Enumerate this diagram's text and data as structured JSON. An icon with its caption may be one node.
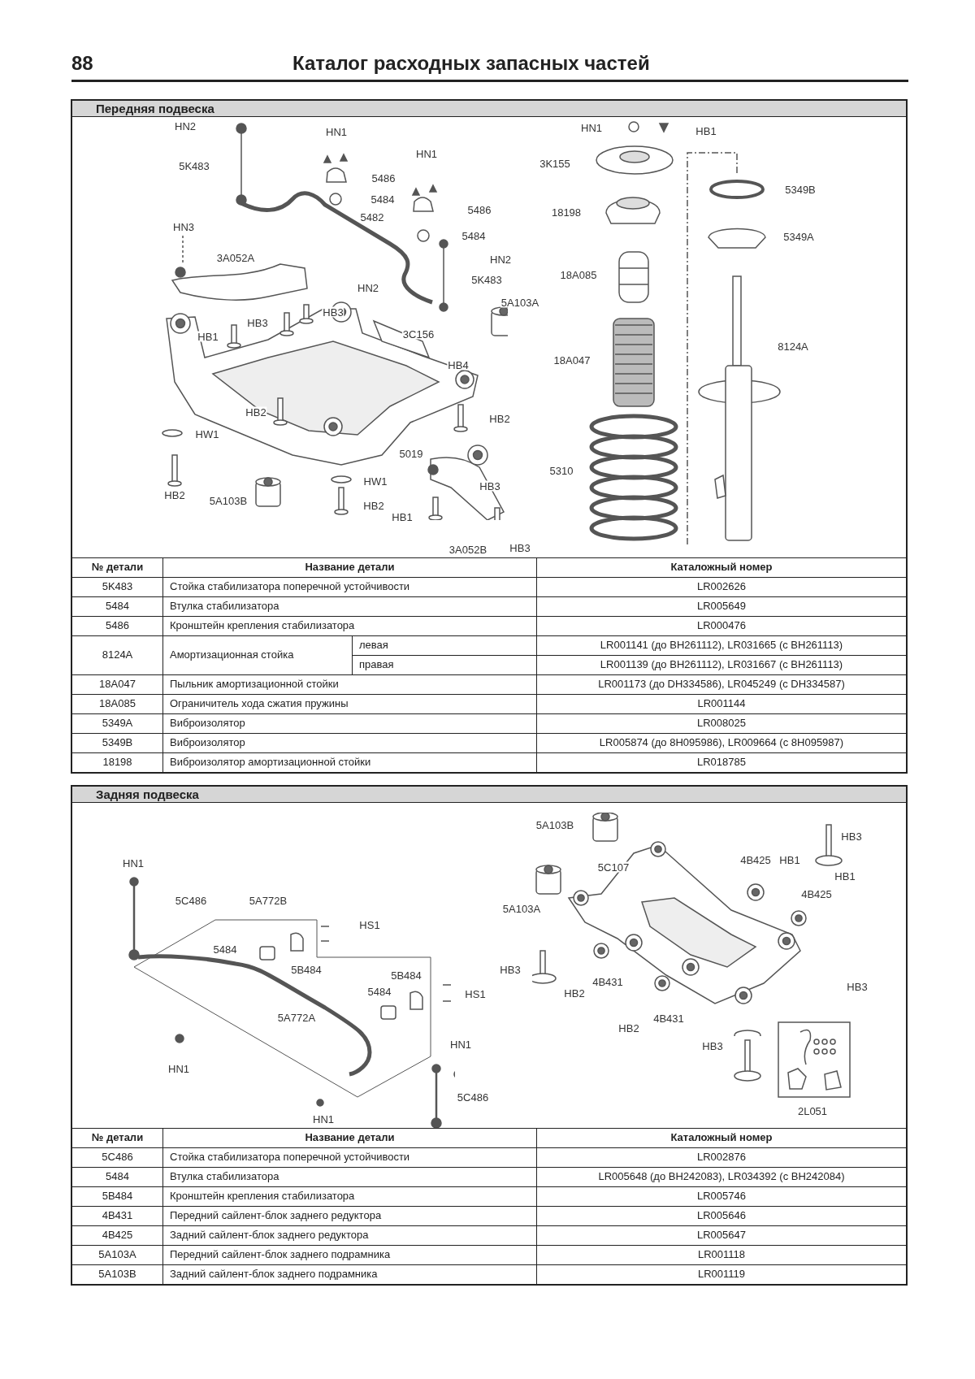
{
  "diagram": {
    "title": "Каталог расходных запасных частей",
    "labels": [
      "88",
      "Передняя подвеска",
      "HN2",
      "5K483",
      "HN1",
      "5486",
      "5484",
      "HN1",
      "5482",
      "5486",
      "5484",
      "HN3",
      "3A052A",
      "HN2",
      "5K483",
      "HN2",
      "5A103A",
      "HB3",
      "HB3",
      "HB1",
      "3C156",
      "HB4",
      "HB2",
      "HB2",
      "HW1",
      "5019",
      "HW1",
      "HB3",
      "HB2",
      "5A103B",
      "HB2",
      "HB1",
      "3A052B",
      "HB3",
      "HN1",
      "HB1",
      "3K155",
      "5349B",
      "18198",
      "5349A",
      "18A085",
      "8124A",
      "18A047",
      "5310",
      "№ детали",
      "Название детали",
      "Каталожный номер",
      "5K483",
      "Стойка стабилизатора поперечной устойчивости",
      "LR002626",
      "5484",
      "Втулка стабилизатора",
      "LR005649",
      "5486",
      "Кронштейн крепления стабилизатора",
      "LR000476",
      "8124A",
      "Амортизационная стойка",
      "левая",
      "LR001141 (до BH261112), LR031665 (с BH261113)",
      "правая",
      "LR001139 (до BH261112), LR031667 (с BH261113)",
      "18A047",
      "Пыльник амортизационной стойки",
      "LR001173 (до DH334586), LR045249 (с DH334587)",
      "18A085",
      "Ограничитель хода сжатия пружины",
      "LR001144",
      "5349A",
      "Виброизолятор",
      "LR008025",
      "5349B",
      "Виброизолятор",
      "LR005874 (до 8H095986), LR009664 (с 8H095987)",
      "18198",
      "Виброизолятор амортизационной стойки",
      "LR018785",
      "Задняя подвеска",
      "HN1",
      "5C486",
      "5A772B",
      "HS1",
      "5484",
      "5B484",
      "5B484",
      "5484",
      "HS1",
      "5A772A",
      "HN1",
      "HN1",
      "5C486",
      "HN1",
      "5A103B",
      "HB3",
      "4B425",
      "HB1",
      "5C107",
      "HB1",
      "4B425",
      "5A103A",
      "HB3",
      "4B431",
      "HB3",
      "HB2",
      "4B431",
      "HB2",
      "HB3",
      "2L051",
      "№ детали",
      "Название детали",
      "Каталожный номер",
      "5C486",
      "Стойка стабилизатора поперечной устойчивости",
      "LR002876",
      "5484",
      "Втулка стабилизатора",
      "LR005648 (до BH242083), LR034392 (с BH242084)",
      "5B484",
      "Кронштейн крепления стабилизатора",
      "LR005746",
      "4B431",
      "Передний сайлент-блок заднего редуктора",
      "LR005646",
      "4B425",
      "Задний сайлент-блок заднего редуктора",
      "LR005647",
      "5A103A",
      "Передний сайлент-блок заднего подрамника",
      "LR001118",
      "5A103B",
      "Задний сайлент-блок заднего подрамника",
      "LR001119"
    ]
  }
}
